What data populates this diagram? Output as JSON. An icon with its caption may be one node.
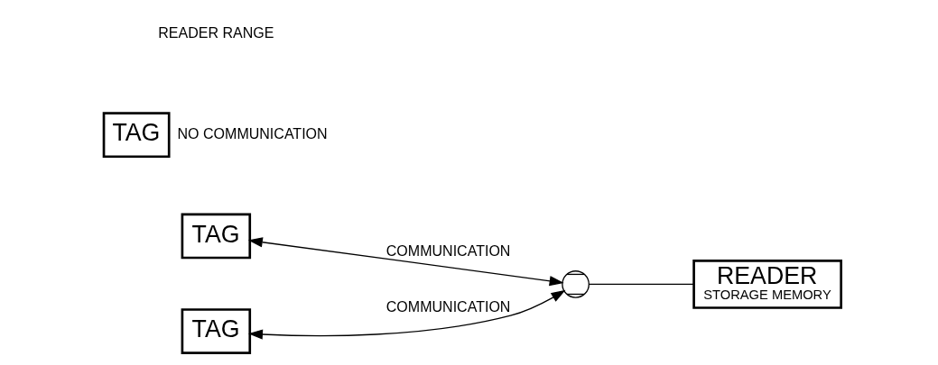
{
  "diagram": {
    "nodes": [
      {
        "text": [
          "TAG"
        ]
      },
      {
        "text": [],
        "shape": "antenna"
      },
      {
        "text": [
          "TAG"
        ],
        "beside": [
          "NO COMMUNICATION"
        ]
      },
      {
        "text": [
          "READER",
          "STORAGE MEMORY"
        ]
      },
      {
        "text": [
          "TAG"
        ]
      }
    ],
    "edges": [
      {
        "from": 0,
        "to": 1,
        "arrow": "both",
        "label": "COMMUNICATION"
      },
      {
        "from": 4,
        "to": 1,
        "arrow": "both",
        "label": "COMMUNICATION"
      },
      {
        "from": 1,
        "to": 3,
        "arrow": "none"
      }
    ],
    "labels": [
      "READER RANGE"
    ]
  }
}
